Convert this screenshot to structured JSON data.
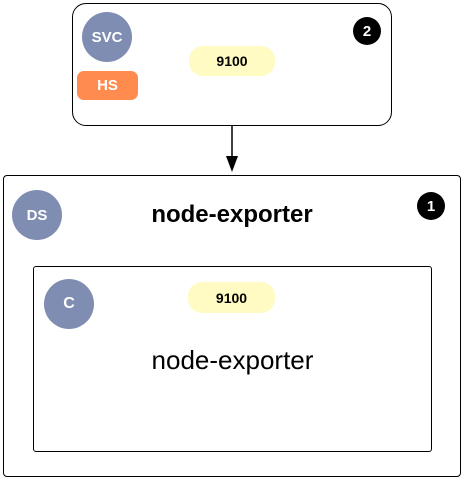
{
  "service": {
    "type_badge": "SVC",
    "headless_badge": "HS",
    "port": "9100",
    "number": "2"
  },
  "daemonset": {
    "type_badge": "DS",
    "name": "node-exporter",
    "number": "1",
    "container": {
      "type_badge": "C",
      "port": "9100",
      "name": "node-exporter"
    }
  },
  "colors": {
    "resource_badge": "#7f8db3",
    "headless_badge": "#ff8c4e",
    "port_pill": "#fffbc2",
    "number_badge": "#000000"
  }
}
